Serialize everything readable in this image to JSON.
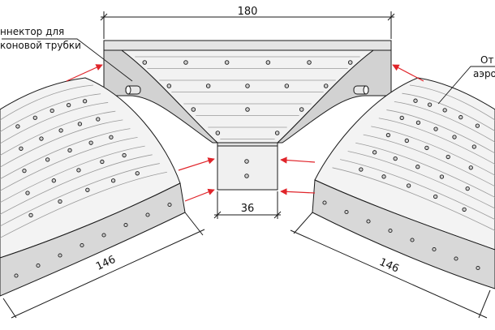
{
  "dimensions": {
    "top_width": "180",
    "neck_width": "36",
    "left_length": "146",
    "right_length": "146"
  },
  "labels": {
    "left_callout_line1": "ннектор для",
    "left_callout_line2": "коновой трубки",
    "right_callout_line1": "От",
    "right_callout_line2": "аэро"
  },
  "colors": {
    "arrow": "#e0242a",
    "line": "#1a1a1a",
    "panel_light": "#f4f4f4",
    "panel_mid": "#dcdcdc",
    "panel_dark": "#c4c4c4"
  }
}
